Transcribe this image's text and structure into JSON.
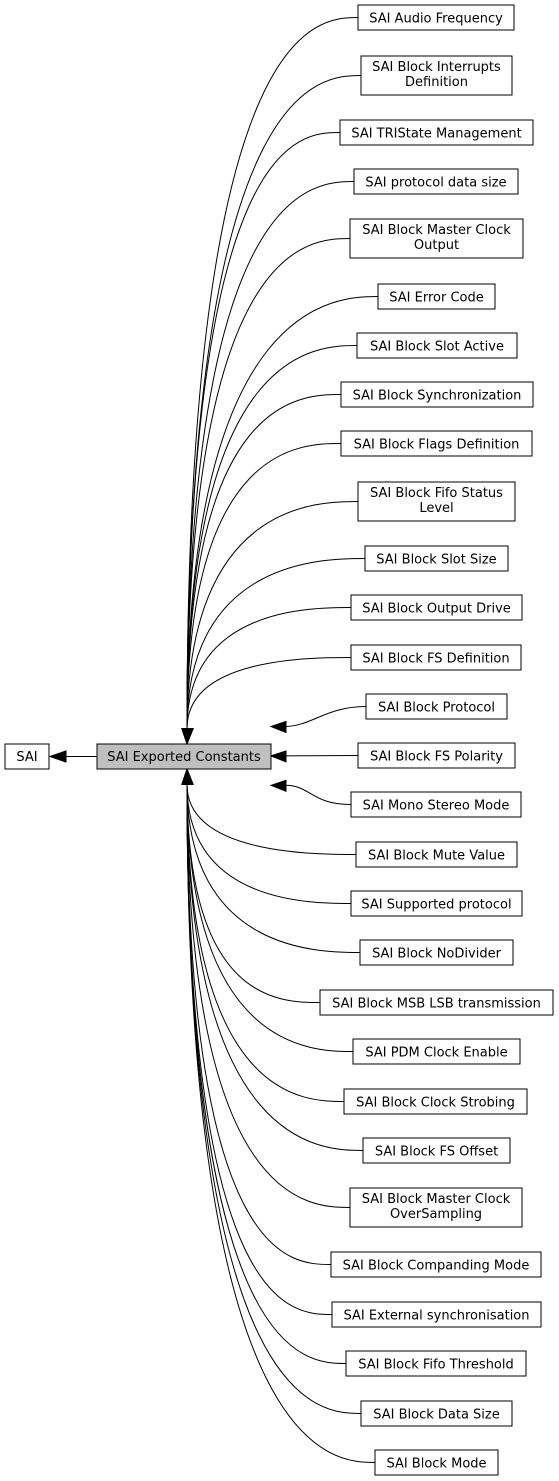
{
  "diagram": {
    "root": {
      "id": "sai",
      "label": "SAI"
    },
    "center": {
      "id": "sai-exported-constants",
      "label": "SAI Exported Constants"
    },
    "children": [
      {
        "id": "c0",
        "lines": [
          "SAI Audio Frequency"
        ]
      },
      {
        "id": "c1",
        "lines": [
          "SAI Block Interrupts",
          "Definition"
        ]
      },
      {
        "id": "c2",
        "lines": [
          "SAI TRIState Management"
        ]
      },
      {
        "id": "c3",
        "lines": [
          "SAI protocol data size"
        ]
      },
      {
        "id": "c4",
        "lines": [
          "SAI Block Master Clock",
          "Output"
        ]
      },
      {
        "id": "c5",
        "lines": [
          "SAI Error Code"
        ]
      },
      {
        "id": "c6",
        "lines": [
          "SAI Block Slot Active"
        ]
      },
      {
        "id": "c7",
        "lines": [
          "SAI Block Synchronization"
        ]
      },
      {
        "id": "c8",
        "lines": [
          "SAI Block Flags Definition"
        ]
      },
      {
        "id": "c9",
        "lines": [
          "SAI Block Fifo Status",
          "Level"
        ]
      },
      {
        "id": "c10",
        "lines": [
          "SAI Block Slot Size"
        ]
      },
      {
        "id": "c11",
        "lines": [
          "SAI Block Output Drive"
        ]
      },
      {
        "id": "c12",
        "lines": [
          "SAI Block FS Definition"
        ]
      },
      {
        "id": "c13",
        "lines": [
          "SAI Block Protocol"
        ]
      },
      {
        "id": "c14",
        "lines": [
          "SAI Block FS Polarity"
        ]
      },
      {
        "id": "c15",
        "lines": [
          "SAI Mono Stereo Mode"
        ]
      },
      {
        "id": "c16",
        "lines": [
          "SAI Block Mute Value"
        ]
      },
      {
        "id": "c17",
        "lines": [
          "SAI Supported protocol"
        ]
      },
      {
        "id": "c18",
        "lines": [
          "SAI Block NoDivider"
        ]
      },
      {
        "id": "c19",
        "lines": [
          "SAI Block MSB LSB transmission"
        ]
      },
      {
        "id": "c20",
        "lines": [
          "SAI PDM Clock Enable"
        ]
      },
      {
        "id": "c21",
        "lines": [
          "SAI Block Clock Strobing"
        ]
      },
      {
        "id": "c22",
        "lines": [
          "SAI Block FS Offset"
        ]
      },
      {
        "id": "c23",
        "lines": [
          "SAI Block Master Clock",
          "OverSampling"
        ]
      },
      {
        "id": "c24",
        "lines": [
          "SAI Block Companding Mode"
        ]
      },
      {
        "id": "c25",
        "lines": [
          "SAI External synchronisation"
        ]
      },
      {
        "id": "c26",
        "lines": [
          "SAI Block Fifo Threshold"
        ]
      },
      {
        "id": "c27",
        "lines": [
          "SAI Block Data Size"
        ]
      },
      {
        "id": "c28",
        "lines": [
          "SAI Block Mode"
        ]
      }
    ]
  }
}
